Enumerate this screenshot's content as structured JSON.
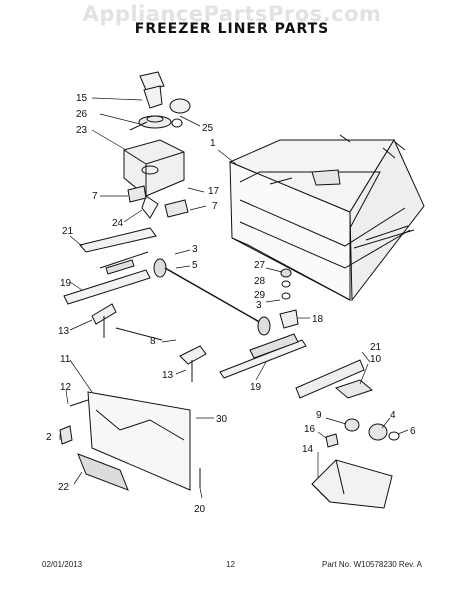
{
  "watermark": "AppliancePartsPros.com",
  "title": "FREEZER LINER PARTS",
  "callouts": [
    "15",
    "26",
    "25",
    "23",
    "1",
    "17",
    "7",
    "7",
    "24",
    "21",
    "3",
    "5",
    "27",
    "28",
    "29",
    "3",
    "18",
    "19",
    "13",
    "8",
    "13",
    "21",
    "10",
    "19",
    "11",
    "12",
    "9",
    "4",
    "6",
    "16",
    "2",
    "14",
    "30",
    "22",
    "20"
  ],
  "footer": {
    "date": "02/01/2013",
    "page": "12",
    "part_number": "Part No. W10578230  Rev. A"
  }
}
